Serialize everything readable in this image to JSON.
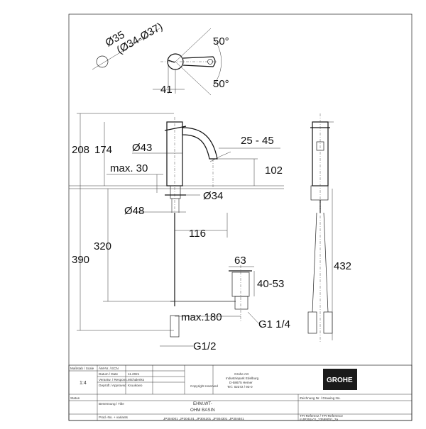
{
  "drawing": {
    "top_view": {
      "diameter_1": "Ø35",
      "diameter_2": "(Ø34-Ø37)",
      "angle_top": "50°",
      "angle_bottom": "50°",
      "offset": "41"
    },
    "side_view": {
      "height_total": "208",
      "height_body": "174",
      "body_diameter": "Ø43",
      "spout_angle": "25 - 45",
      "spout_height": "102",
      "max_thickness": "max. 30",
      "hole_diameter": "Ø34",
      "base_diameter": "Ø48",
      "reach": "116",
      "hose_length": "320",
      "overall_height": "390",
      "waste_diameter": "63",
      "waste_range": "40-53",
      "max_waste": "max.180",
      "thread_waste": "G1 1/4",
      "thread_supply": "G1/2"
    },
    "front_view": {
      "hose_total": "432"
    }
  },
  "title_block": {
    "scale_label": "Maßstab / Scale",
    "aenr_label": "ÄM-Nr. / ECN",
    "scale_value": "1:4",
    "date_label": "Datum / Date",
    "date_value": "11.2021",
    "resp_label": "Verantw. / Respons.",
    "resp_value": "Michalenko",
    "approved_label": "Geprüft / Approved",
    "approved_value": "Kruukowo",
    "copyright": "Copyright reserved",
    "company_name": "Grohe AG",
    "company_street": "Industriepark Edelburg",
    "company_city": "D-58675 Hemer",
    "company_tel": "Tel.: 02372 / 93-0",
    "logo": "GROHE",
    "status_label": "Status",
    "name_label": "Benennung / Title",
    "name_line1": "EHM.WT-",
    "name_line2": "OHM BASIN",
    "drawing_no_label": "Zeichnung Nr. / Drawing No.",
    "product_label": "Prod.-No. + variants",
    "product_value": "JP304001 ,JP304101 ,JP304201 ,JP304301 ,JP304401",
    "tpi_label": "TPI-Referenz / TPI-Reference",
    "tpi_value": "mJP304-01_23589001_3a"
  }
}
